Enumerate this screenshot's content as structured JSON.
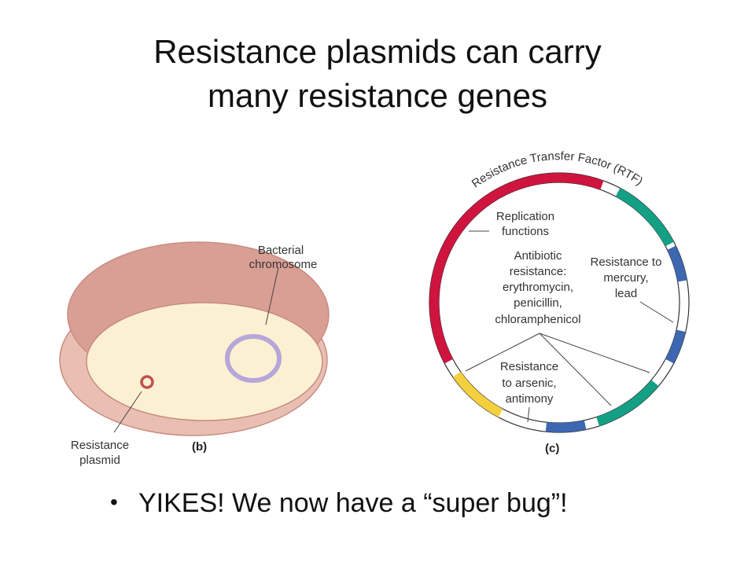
{
  "slide": {
    "title_line1": "Resistance plasmids can carry",
    "title_line2": "many resistance genes",
    "bullet": "YIKES!  We now have a “super bug”!"
  },
  "panel_b": {
    "label": "(b)",
    "chromosome_label_1": "Bacterial",
    "chromosome_label_2": "chromosome",
    "plasmid_label_1": "Resistance",
    "plasmid_label_2": "plasmid"
  },
  "panel_c": {
    "label": "(c)",
    "ring_label": "Resistance Transfer Factor (RTF)",
    "replication_1": "Replication",
    "replication_2": "functions",
    "antibiotic_1": "Antibiotic",
    "antibiotic_2": "resistance:",
    "antibiotic_3": "erythromycin,",
    "antibiotic_4": "penicillin,",
    "antibiotic_5": "chloramphenicol",
    "mercury_1": "Resistance to",
    "mercury_2": "mercury,",
    "mercury_3": "lead",
    "arsenic_1": "Resistance",
    "arsenic_2": "to arsenic,",
    "arsenic_3": "antimony"
  },
  "colors": {
    "cell_rim": "#d99f94",
    "cell_inner": "#fbf1d2",
    "chromosome": "#b6a6da",
    "plasmid": "#c0504d",
    "rtf_red": "#cf143e",
    "replication_yellow": "#f4cf3e",
    "teal": "#13a085",
    "blue": "#3d67b1"
  }
}
